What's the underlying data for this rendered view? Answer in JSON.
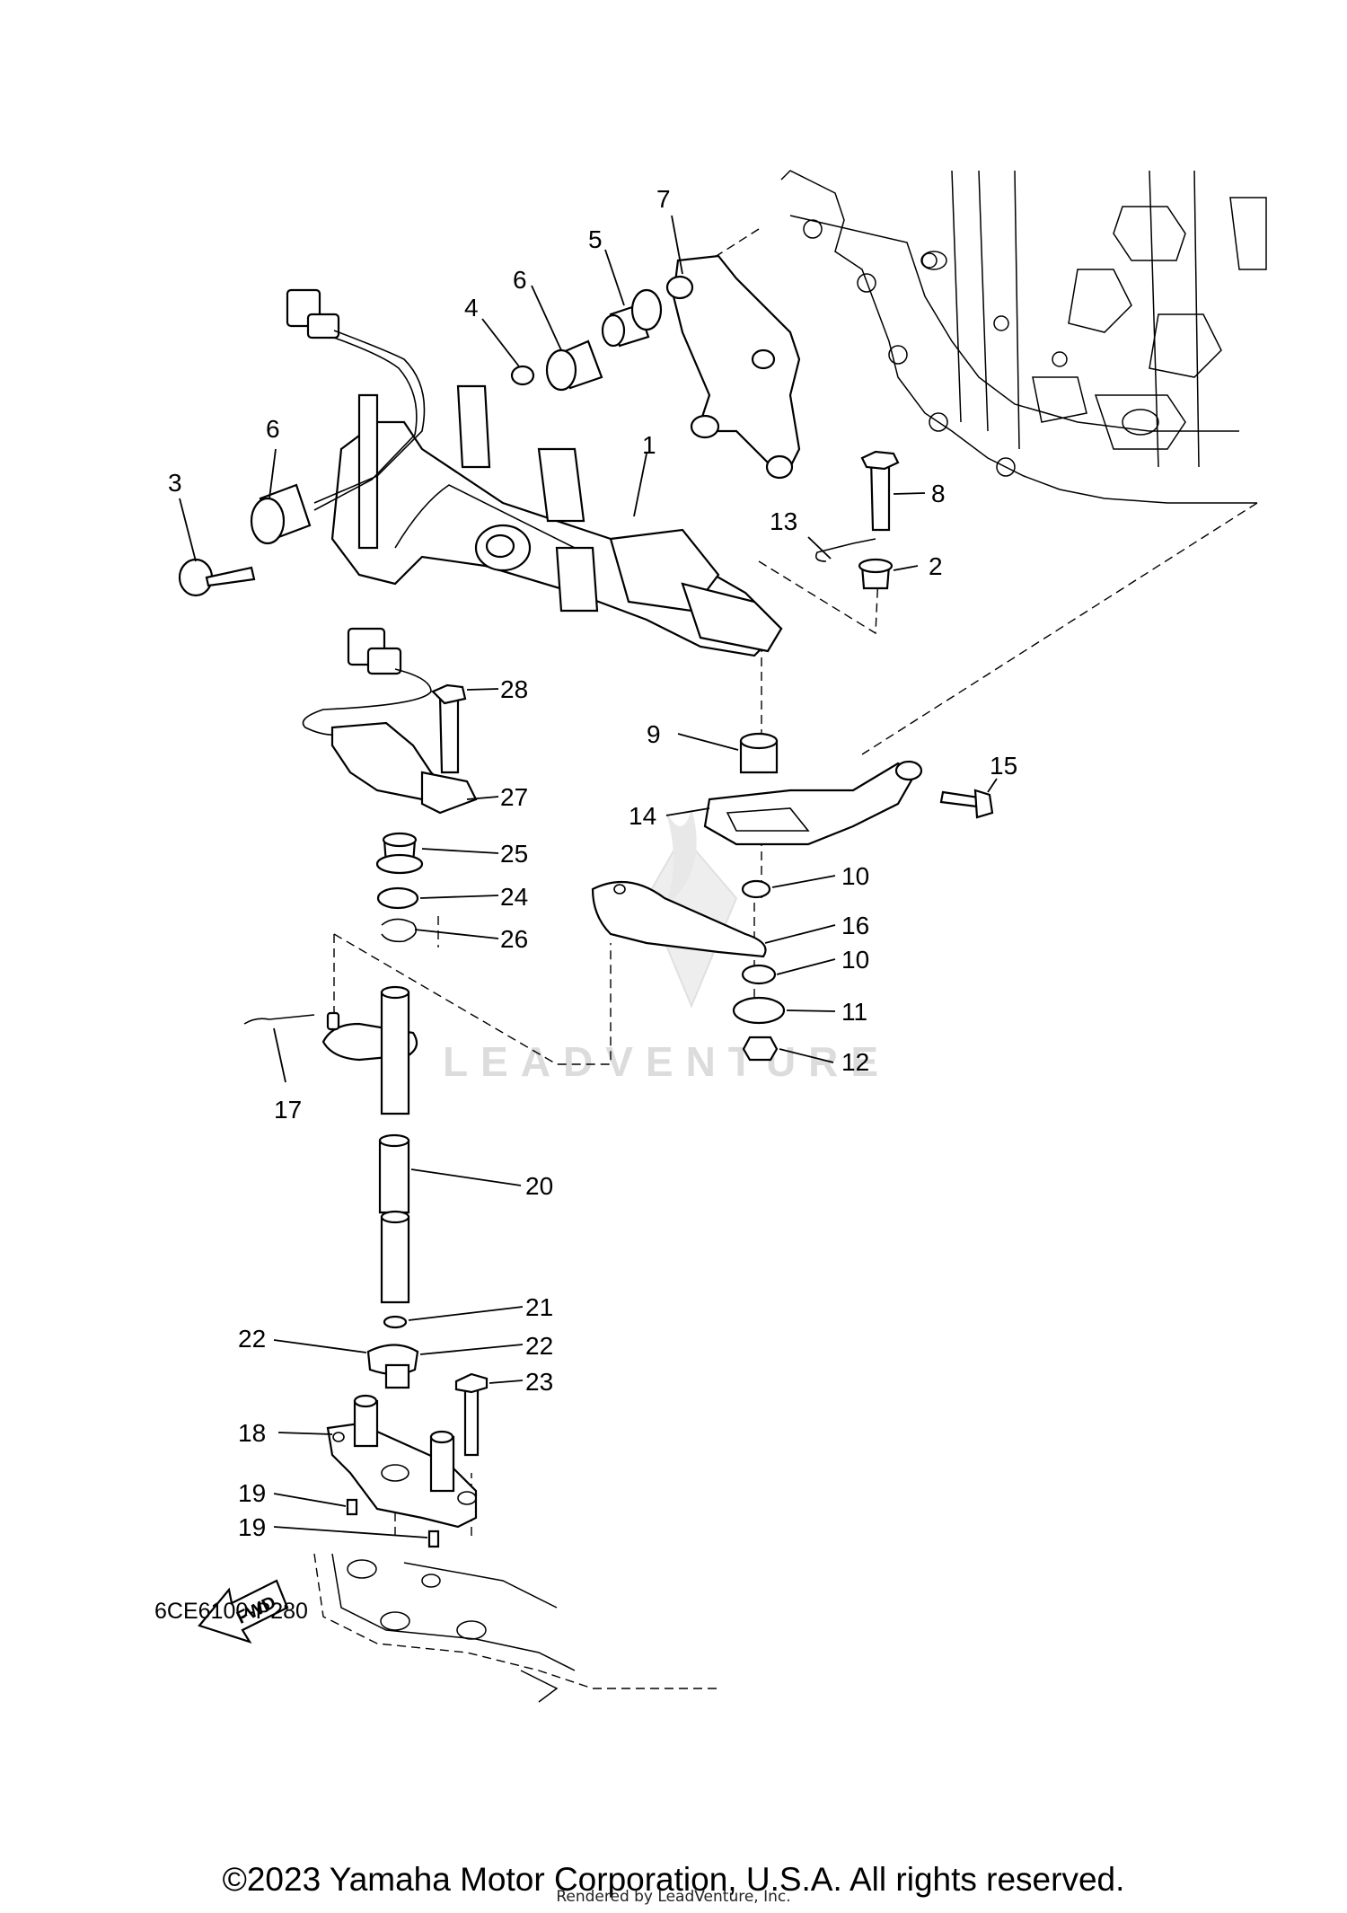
{
  "diagram": {
    "callouts": [
      "1",
      "2",
      "3",
      "4",
      "5",
      "6",
      "6",
      "7",
      "8",
      "9",
      "10",
      "10",
      "11",
      "12",
      "13",
      "14",
      "15",
      "16",
      "17",
      "18",
      "19",
      "19",
      "20",
      "21",
      "22",
      "22",
      "23",
      "24",
      "25",
      "26",
      "27",
      "28"
    ],
    "fwd_label": "FWD",
    "diagram_code": "6CE6100-P280",
    "watermark": "LEADVENTURE"
  },
  "footer": {
    "copyright": "©2023 Yamaha Motor Corporation, U.S.A. All rights reserved.",
    "rendered_by": "Rendered by LeadVenture, Inc."
  }
}
